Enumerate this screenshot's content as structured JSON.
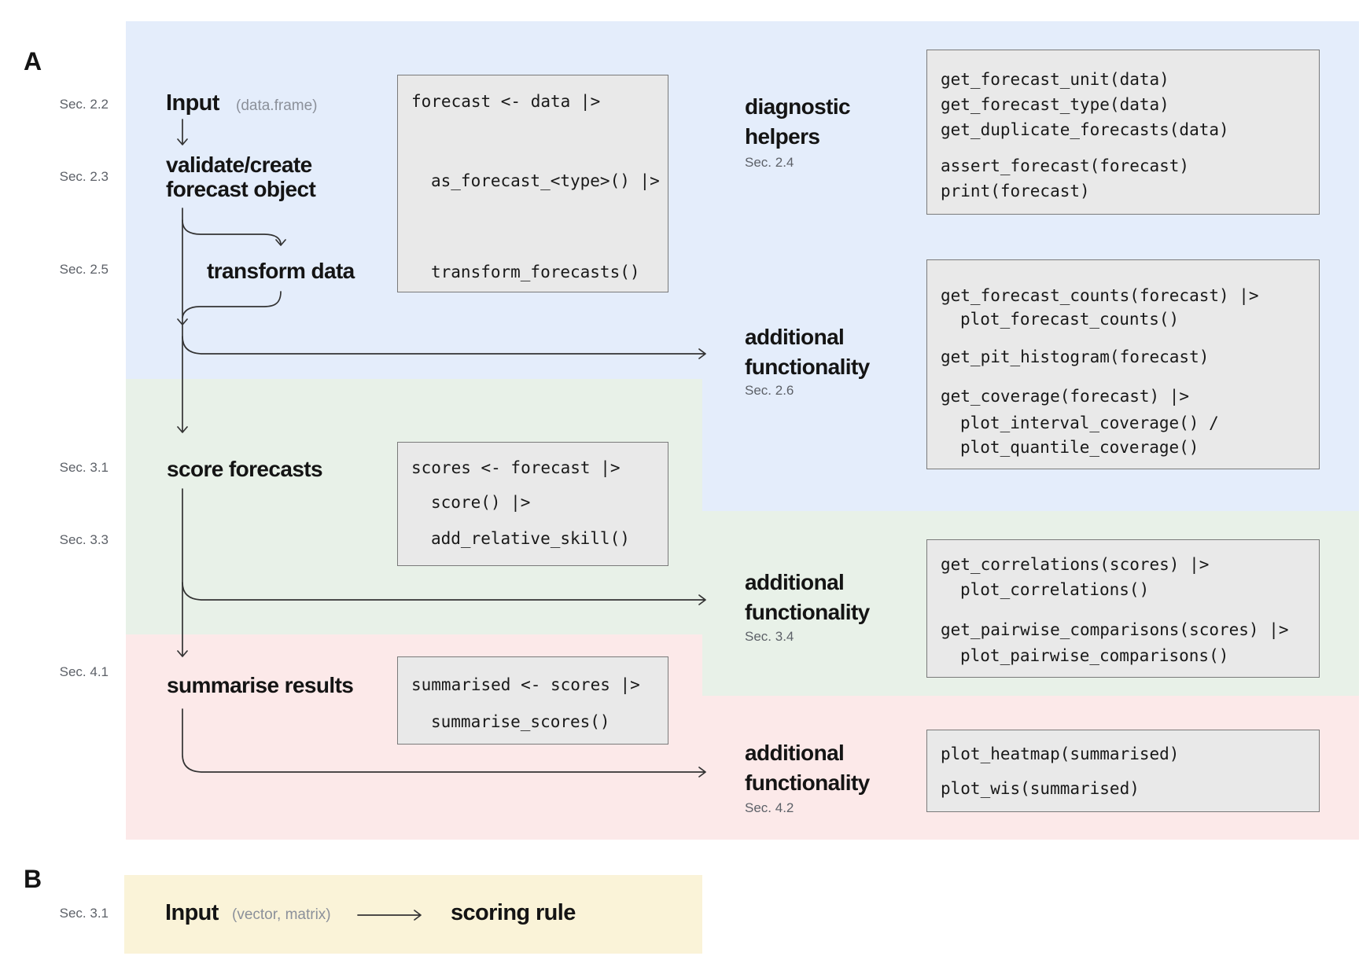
{
  "panels": {
    "a": "A",
    "b": "B"
  },
  "section_labels": {
    "s22": "Sec. 2.2",
    "s23": "Sec. 2.3",
    "s25": "Sec. 2.5",
    "s31": "Sec. 3.1",
    "s33": "Sec. 3.3",
    "s41": "Sec. 4.1",
    "b31": "Sec. 3.1"
  },
  "flow": {
    "input": "Input",
    "input_note": "(data.frame)",
    "validate_line1": "validate/create",
    "validate_line2": "forecast object",
    "transform": "transform data",
    "score": "score forecasts",
    "summarise": "summarise results"
  },
  "right_labels": {
    "diagnostic": {
      "line1": "diagnostic",
      "line2": "helpers",
      "sec": "Sec. 2.4"
    },
    "func26": {
      "line1": "additional",
      "line2": "functionality",
      "sec": "Sec. 2.6"
    },
    "func34": {
      "line1": "additional",
      "line2": "functionality",
      "sec": "Sec. 3.4"
    },
    "func42": {
      "line1": "additional",
      "line2": "functionality",
      "sec": "Sec. 4.2"
    }
  },
  "code": {
    "pipeline1": {
      "l1": "forecast <- data |>",
      "l2": "as_forecast_<type>() |>",
      "l3": "transform_forecasts()"
    },
    "pipeline2": {
      "l1": "scores <- forecast |>",
      "l2": "score() |>",
      "l3": "add_relative_skill()"
    },
    "pipeline3": {
      "l1": "summarised <- scores |>",
      "l2": "summarise_scores()"
    },
    "diag": {
      "l1": "get_forecast_unit(data)",
      "l2": "get_forecast_type(data)",
      "l3": "get_duplicate_forecasts(data)",
      "l4": "assert_forecast(forecast)",
      "l5": "print(forecast)"
    },
    "func26": {
      "l1": "get_forecast_counts(forecast) |>",
      "l2": "plot_forecast_counts()",
      "l3": "get_pit_histogram(forecast)",
      "l4": "get_coverage(forecast) |>",
      "l5": "plot_interval_coverage() /",
      "l6": "plot_quantile_coverage()"
    },
    "func34": {
      "l1": "get_correlations(scores) |>",
      "l2": "plot_correlations()",
      "l3": "get_pairwise_comparisons(scores) |>",
      "l4": "plot_pairwise_comparisons()"
    },
    "func42": {
      "l1": "plot_heatmap(summarised)",
      "l2": "plot_wis(summarised)"
    }
  },
  "panel_b": {
    "input": "Input",
    "input_note": "(vector, matrix)",
    "scoring_rule": "scoring rule",
    "sec": "Sec. 3.1"
  },
  "colors": {
    "blue": "#e4edfb",
    "green": "#e8f1e8",
    "pink": "#fce9e9",
    "yellow": "#faf3d8",
    "code_bg": "#e9e9e9",
    "code_border": "#7a7a7a",
    "arrow": "#333333",
    "muted": "#5d6168",
    "note": "#8b909a"
  }
}
